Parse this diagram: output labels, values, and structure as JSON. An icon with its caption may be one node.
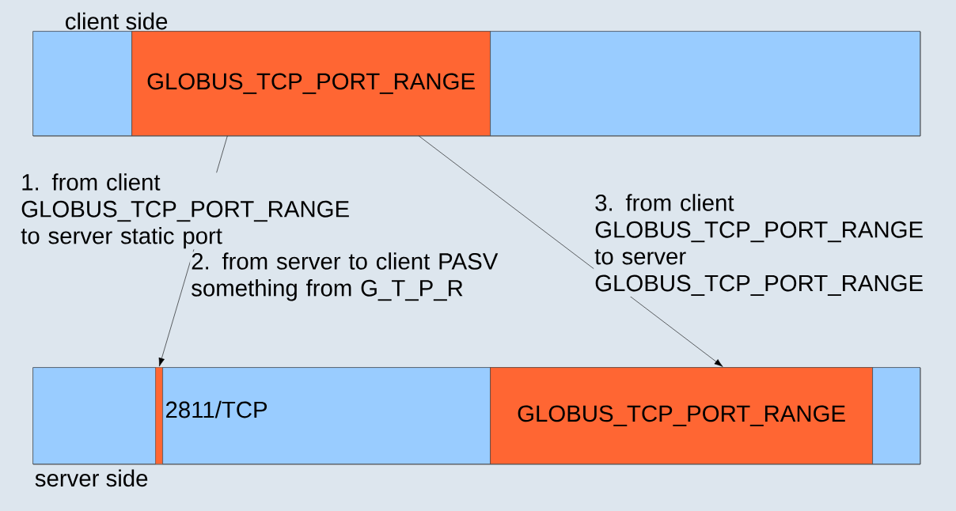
{
  "diagram": {
    "nodes": [
      {
        "text": [
          "client side"
        ]
      },
      {
        "text": [],
        "shape": "box",
        "in": 0
      },
      {
        "text": [
          "GLOBUS_TCP_PORT_RANGE"
        ],
        "in": 0
      },
      {
        "text": [],
        "shape": "box",
        "in": 0
      },
      {
        "text": [
          "server side"
        ]
      },
      {
        "text": [],
        "shape": "box",
        "in": 4
      },
      {
        "text": [],
        "shape": "bar",
        "in": 4
      },
      {
        "text": [
          "2811/TCP"
        ],
        "in": 4
      },
      {
        "text": [
          "GLOBUS_TCP_PORT_RANGE"
        ],
        "in": 4
      },
      {
        "text": [],
        "shape": "box",
        "in": 4
      }
    ],
    "edges": [
      {
        "from": 2,
        "to": 6,
        "arrow": "to",
        "label": "1. from client GLOBUS_TCP_PORT_RANGE to server static port"
      },
      {
        "from": 2,
        "to": 8,
        "arrow": "to",
        "label": "3. from client GLOBUS_TCP_PORT_RANGE to server GLOBUS_TCP_PORT_RANGE"
      }
    ],
    "labels": [
      "2. from server to client PASV something from G_T_P_R"
    ]
  }
}
